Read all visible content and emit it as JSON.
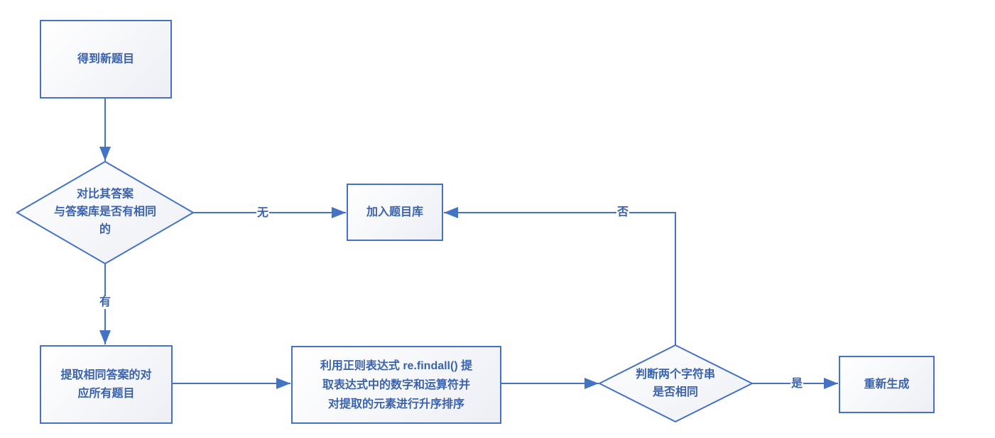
{
  "diagram": {
    "title": "question-generation-dedup-flowchart",
    "colors": {
      "stroke": "#4472C4",
      "text": "#3A62AD",
      "fill_start": "#ffffff",
      "fill_end": "#edeff5",
      "background": "#ffffff"
    },
    "nodes": {
      "start": {
        "label": "得到新题目",
        "type": "process"
      },
      "decision_compare": {
        "label": "对比其答案\n与答案库是否有相同\n的",
        "type": "decision"
      },
      "add_to_bank": {
        "label": "加入题目库",
        "type": "process"
      },
      "extract_questions": {
        "label": "提取相同答案的对\n应所有题目",
        "type": "process"
      },
      "regex_sort": {
        "label": "利用正则表达式 re.findall() 提\n取表达式中的数字和运算符并\n对提取的元素进行升序排序",
        "type": "process"
      },
      "decision_equal": {
        "label": "判断两个字符串\n是否相同",
        "type": "decision"
      },
      "regenerate": {
        "label": "重新生成",
        "type": "process"
      }
    },
    "edge_labels": {
      "none": "无",
      "have": "有",
      "yes": "是",
      "no": "否"
    }
  }
}
